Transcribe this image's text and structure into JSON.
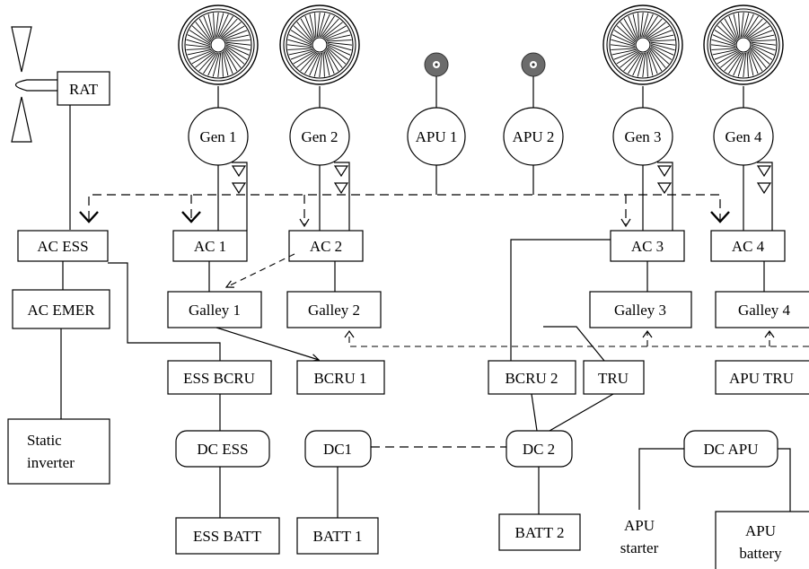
{
  "diagram": {
    "rat": "RAT",
    "engines": {
      "gen1": "Gen 1",
      "gen2": "Gen 2",
      "gen3": "Gen 3",
      "gen4": "Gen 4"
    },
    "apu": {
      "apu1": "APU 1",
      "apu2": "APU 2"
    },
    "ac_buses": {
      "ac_ess": "AC ESS",
      "ac1": "AC 1",
      "ac2": "AC 2",
      "ac3": "AC 3",
      "ac4": "AC 4",
      "ac_emer": "AC EMER"
    },
    "galleys": {
      "galley1": "Galley 1",
      "galley2": "Galley 2",
      "galley3": "Galley 3",
      "galley4": "Galley 4"
    },
    "converters": {
      "static_inverter_line1": "Static",
      "static_inverter_line2": "inverter",
      "ess_bcru": "ESS BCRU",
      "bcru1": "BCRU 1",
      "bcru2": "BCRU 2",
      "tru": "TRU",
      "apu_tru": "APU TRU"
    },
    "dc_buses": {
      "dc_ess": "DC ESS",
      "dc1": "DC1",
      "dc2": "DC 2",
      "dc_apu": "DC APU"
    },
    "batteries": {
      "ess_batt": "ESS BATT",
      "batt1": "BATT 1",
      "batt2": "BATT 2",
      "apu_starter_line1": "APU",
      "apu_starter_line2": "starter",
      "apu_battery_line1": "APU",
      "apu_battery_line2": "battery"
    }
  }
}
